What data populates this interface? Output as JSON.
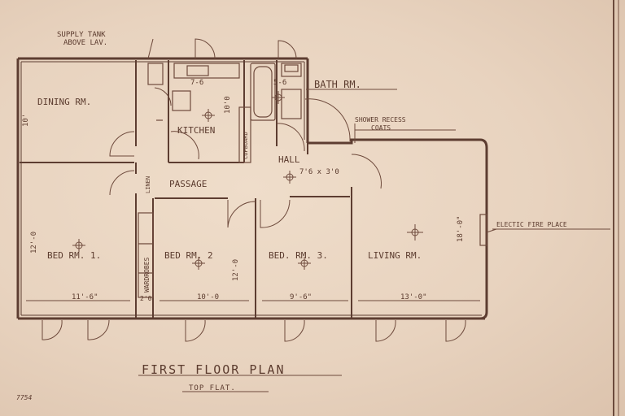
{
  "labels": {
    "supply_tank_line1": "SUPPLY TANK",
    "supply_tank_line2": "ABOVE LAV.",
    "dining": "DINING RM.",
    "dining_dim": "10'",
    "kitchen": "KITCHEN",
    "kitchen_w": "7-6",
    "kitchen_h": "10'0",
    "cupboard": "CUPBOARD",
    "bath": "BATH RM.",
    "bath_dim": "5-6",
    "shower_line1": "SHOWER RECESS",
    "shower_line2": "COATS",
    "hall": "HALL",
    "hall_dim": "7'6 x 3'0",
    "passage": "PASSAGE",
    "linen": "LINEN",
    "bed1": "BED RM. 1.",
    "bed1_w": "11'-6\"",
    "bed1_h": "12'-0",
    "wardrobes": "WARDROBES",
    "wardrobe_dim": "2'0",
    "bed2": "BED RM. 2",
    "bed2_w": "10'-0",
    "bed2_h": "12'-0",
    "bed3": "BED. RM. 3.",
    "bed3_w": "9'-6\"",
    "living": "LIVING RM.",
    "living_w": "13'-0\"",
    "living_h": "18'-0\"",
    "electric_fire": "ELECTIC FIRE PLACE",
    "title": "FIRST FLOOR PLAN",
    "subtitle": "TOP FLAT.",
    "ref_number": "7754"
  },
  "colors": {
    "paper": "#e9d5c2",
    "ink": "#5b3b2e"
  }
}
